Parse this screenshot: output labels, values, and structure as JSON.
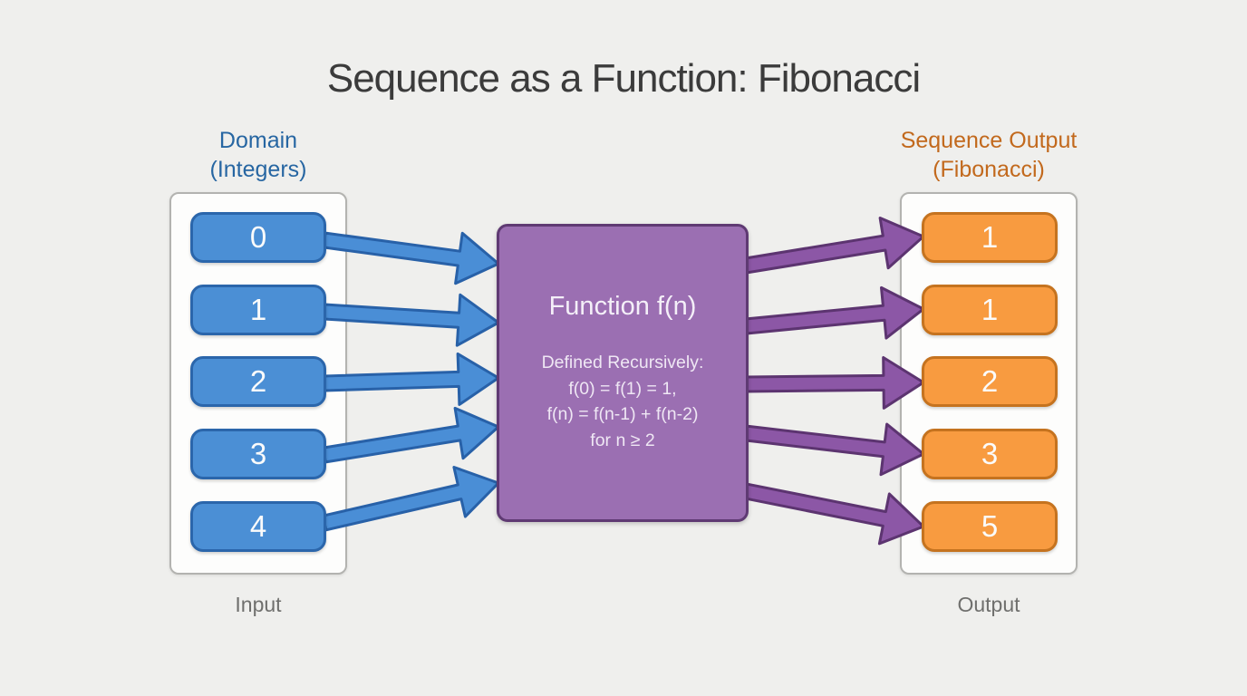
{
  "title": "Sequence as a Function: Fibonacci",
  "domain": {
    "header_line1": "Domain",
    "header_line2": "(Integers)",
    "values": [
      "0",
      "1",
      "2",
      "3",
      "4"
    ],
    "footer": "Input"
  },
  "function_box": {
    "title": "Function f(n)",
    "body_line1": "Defined Recursively:",
    "body_line2": "f(0) = f(1) = 1,",
    "body_line3": "f(n) = f(n-1) + f(n-2)",
    "body_line4": "for n ≥ 2"
  },
  "output": {
    "header_line1": "Sequence Output",
    "header_line2": "(Fibonacci)",
    "values": [
      "1",
      "1",
      "2",
      "3",
      "5"
    ],
    "footer": "Output"
  },
  "arrows": {
    "input_to_function": [
      0,
      1,
      2,
      3,
      4
    ],
    "function_to_output": [
      0,
      1,
      2,
      3,
      4
    ]
  },
  "colors": {
    "background": "#efefed",
    "title_text": "#3b3b3b",
    "domain_header_text": "#2766a2",
    "output_header_text": "#c2691d",
    "input_node_fill": "#4b8fd5",
    "input_node_border": "#2b66ab",
    "output_node_fill": "#f89b40",
    "output_node_border": "#c5731f",
    "function_fill": "#9b6fb2",
    "function_border": "#5f3a73",
    "blue_arrow_fill": "#4a8ed6",
    "blue_arrow_border": "#2861a8",
    "purple_arrow_fill": "#8c57a6",
    "purple_arrow_border": "#5c3470"
  }
}
